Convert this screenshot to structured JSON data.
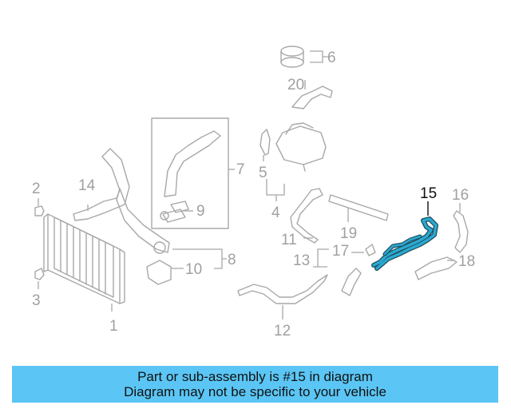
{
  "callouts": [
    {
      "id": "c1",
      "text": "1"
    },
    {
      "id": "c2",
      "text": "2"
    },
    {
      "id": "c3",
      "text": "3"
    },
    {
      "id": "c4",
      "text": "4"
    },
    {
      "id": "c5",
      "text": "5"
    },
    {
      "id": "c6",
      "text": "6"
    },
    {
      "id": "c7",
      "text": "7"
    },
    {
      "id": "c8",
      "text": "8"
    },
    {
      "id": "c9",
      "text": "9"
    },
    {
      "id": "c10",
      "text": "10"
    },
    {
      "id": "c11",
      "text": "11"
    },
    {
      "id": "c12",
      "text": "12"
    },
    {
      "id": "c13",
      "text": "13"
    },
    {
      "id": "c14",
      "text": "14"
    },
    {
      "id": "c15",
      "text": "15"
    },
    {
      "id": "c16",
      "text": "16"
    },
    {
      "id": "c17",
      "text": "17"
    },
    {
      "id": "c18",
      "text": "18"
    },
    {
      "id": "c19",
      "text": "19"
    },
    {
      "id": "c20",
      "text": "20"
    }
  ],
  "highlighted_part": "15",
  "colors": {
    "highlight_part": "#2aa9d2",
    "caption_background": "#5bc6f5",
    "line_art": "#a8a8a8"
  },
  "caption": {
    "line1": "Part or sub-assembly is #15 in diagram",
    "line2": "Diagram may not be specific to your vehicle"
  }
}
